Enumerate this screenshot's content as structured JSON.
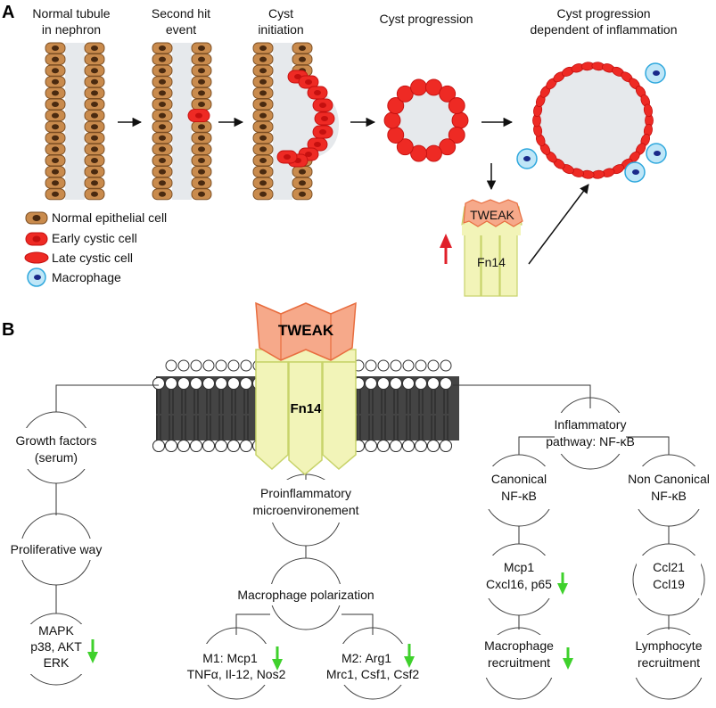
{
  "panel_a": {
    "label": "A",
    "stages": [
      {
        "line1": "Normal tubule",
        "line2": "in nephron"
      },
      {
        "line1": "Second hit",
        "line2": "event"
      },
      {
        "line1": "Cyst",
        "line2": "initiation"
      },
      {
        "line1": "Cyst progression",
        "line2": ""
      },
      {
        "line1": "Cyst progression",
        "line2": "dependent of inflammation"
      }
    ],
    "legend": [
      {
        "label": "Normal epithelial cell",
        "icon": "normal-cell-icon"
      },
      {
        "label": "Early cystic cell",
        "icon": "early-cystic-cell-icon"
      },
      {
        "label": "Late cystic cell",
        "icon": "late-cystic-cell-icon"
      },
      {
        "label": "Macrophage",
        "icon": "macrophage-icon"
      }
    ],
    "tweak": "TWEAK",
    "fn14": "Fn14"
  },
  "panel_b": {
    "label": "B",
    "tweak": "TWEAK",
    "fn14": "Fn14",
    "left": {
      "growth_1": "Growth factors",
      "growth_2": "(serum)",
      "prolif": "Proliferative way",
      "mapk_1": "MAPK",
      "mapk_2": "p38, AKT",
      "mapk_3": "ERK"
    },
    "middle": {
      "proinf_1": "Proinflammatory",
      "proinf_2": "microenvironement",
      "polar": "Macrophage polarization",
      "m1_1": "M1: Mcp1",
      "m1_2": "TNFα, Il-12, Nos2",
      "m2_1": "M2: Arg1",
      "m2_2": "Mrc1, Csf1, Csf2"
    },
    "right": {
      "infl_1": "Inflammatory",
      "infl_2": "pathway: NF-κB",
      "canon_1": "Canonical",
      "canon_2": "NF-κB",
      "noncanon_1": "Non Canonical",
      "noncanon_2": "NF-κB",
      "mcp_1": "Mcp1",
      "mcp_2": "Cxcl16, p65",
      "ccl_1": "Ccl21",
      "ccl_2": "Ccl19",
      "macro_1": "Macrophage",
      "macro_2": "recruitment",
      "lymph_1": "Lymphocyte",
      "lymph_2": "recruitment"
    }
  },
  "colors": {
    "normal_cell": "#c98b4d",
    "cystic_cell": "#ee2a24",
    "macrophage": "#2fa8dd",
    "tweak": "#f6a98a",
    "fn14": "#f2f4b8",
    "down_arrow": "#3fd12c",
    "up_arrow": "#e0202a"
  }
}
